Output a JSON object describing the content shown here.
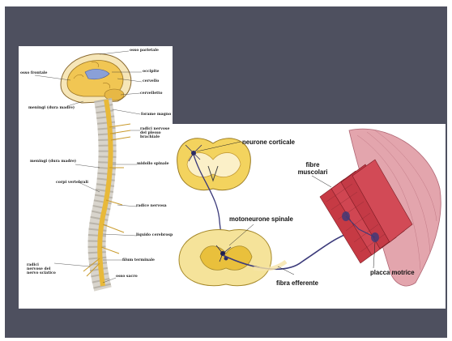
{
  "slide": {
    "background": "#4e505f"
  },
  "spine_figure": {
    "labels": {
      "osso_parietale": "osso parietale",
      "occipite": "occipite",
      "osso_frontale": "osso frontale",
      "cervello": "cervello",
      "cervelletto": "cervelletto",
      "meningi_top": "meningi (dura madre)",
      "forame_magno": "forame magno",
      "radici_plesso": "radici nervose del plesso brachiale",
      "midollo_spinale": "midollo spinale",
      "meningi_mid": "meningi (dura madre)",
      "corpi_vertebrali": "corpi vertebrali",
      "radice_nervosa": "radice nervosa",
      "liquido": "liquido cerebrospinale",
      "filum": "filum terminale",
      "radici_sciatico": "radici nervose del nervo sciatico",
      "osso_sacro": "osso sacro"
    }
  },
  "neuron_figure": {
    "labels": {
      "neurone_corticale": "neurone corticale",
      "fibre_muscolari": "fibre muscolari",
      "motoneurone_spinale": "motoneurone spinale",
      "fibra_efferente": "fibra efferente",
      "placca_motrice": "placca motrice"
    }
  }
}
